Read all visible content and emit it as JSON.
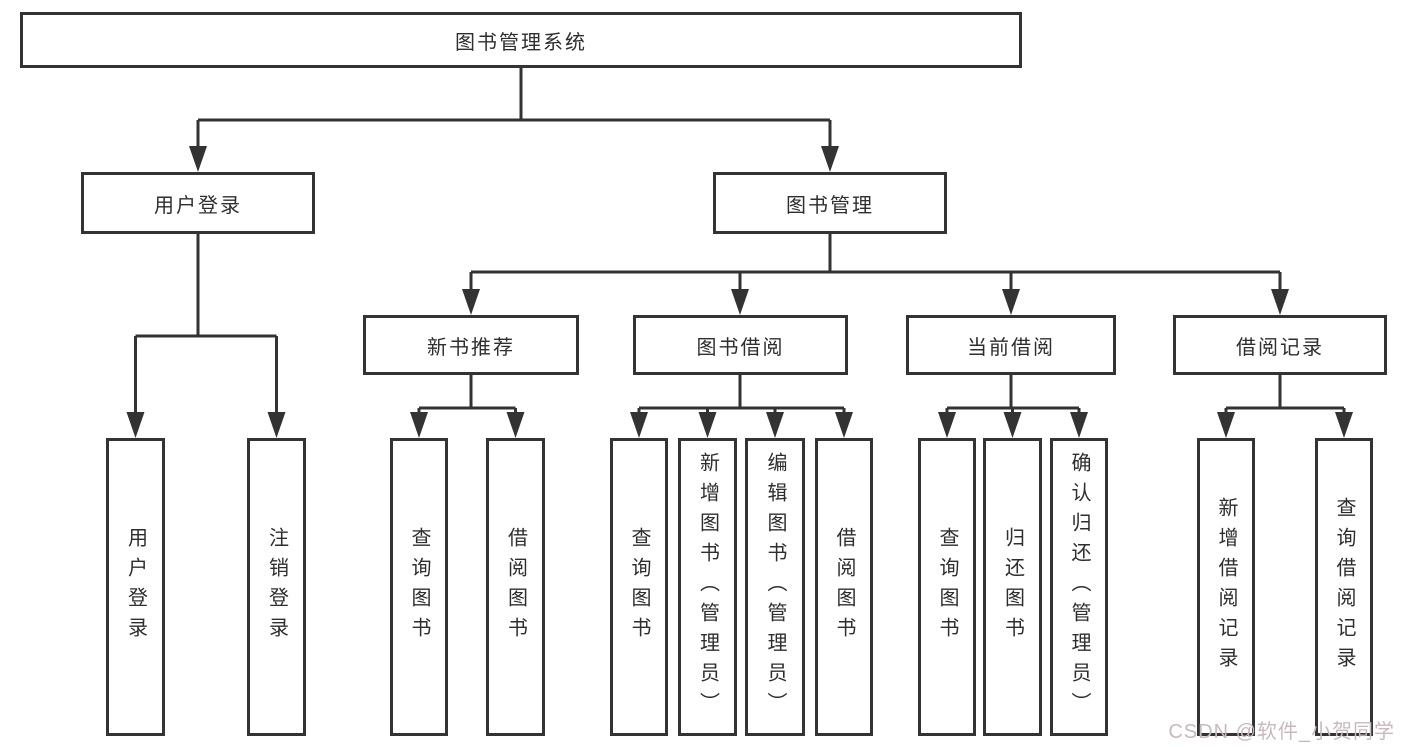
{
  "nodes": {
    "root": "图书管理系统",
    "user_login": "用户登录",
    "book_mgmt": "图书管理",
    "new_book_rec": "新书推荐",
    "book_borrow": "图书借阅",
    "current_borrow": "当前借阅",
    "borrow_record": "借阅记录",
    "leaf_user_login": "用户登录",
    "leaf_logout": "注销登录",
    "leaf_nbr_query_books": "查询图书",
    "leaf_nbr_borrow_books": "借阅图书",
    "leaf_bb_query_books": "查询图书",
    "leaf_bb_add_books": "新增图书（管理员）",
    "leaf_bb_edit_books": "编辑图书（管理员）",
    "leaf_bb_borrow_books": "借阅图书",
    "leaf_cb_query_books": "查询图书",
    "leaf_cb_return_books": "归还图书",
    "leaf_cb_confirm_return": "确认归还（管理员）",
    "leaf_br_add_record": "新增借阅记录",
    "leaf_br_query_record": "查询借阅记录"
  },
  "hierarchy": {
    "图书管理系统": [
      "用户登录",
      "图书管理"
    ],
    "用户登录": [
      "用户登录",
      "注销登录"
    ],
    "图书管理": [
      "新书推荐",
      "图书借阅",
      "当前借阅",
      "借阅记录"
    ],
    "新书推荐": [
      "查询图书",
      "借阅图书"
    ],
    "图书借阅": [
      "查询图书",
      "新增图书（管理员）",
      "编辑图书（管理员）",
      "借阅图书"
    ],
    "当前借阅": [
      "查询图书",
      "归还图书",
      "确认归还（管理员）"
    ],
    "借阅记录": [
      "新增借阅记录",
      "查询借阅记录"
    ]
  },
  "watermark": "CSDN @软件_小贺同学",
  "colors": {
    "line": "#333333",
    "box_border": "#333333",
    "text": "#2e2e2e",
    "watermark": "#c9b9bc",
    "background": "#ffffff"
  }
}
